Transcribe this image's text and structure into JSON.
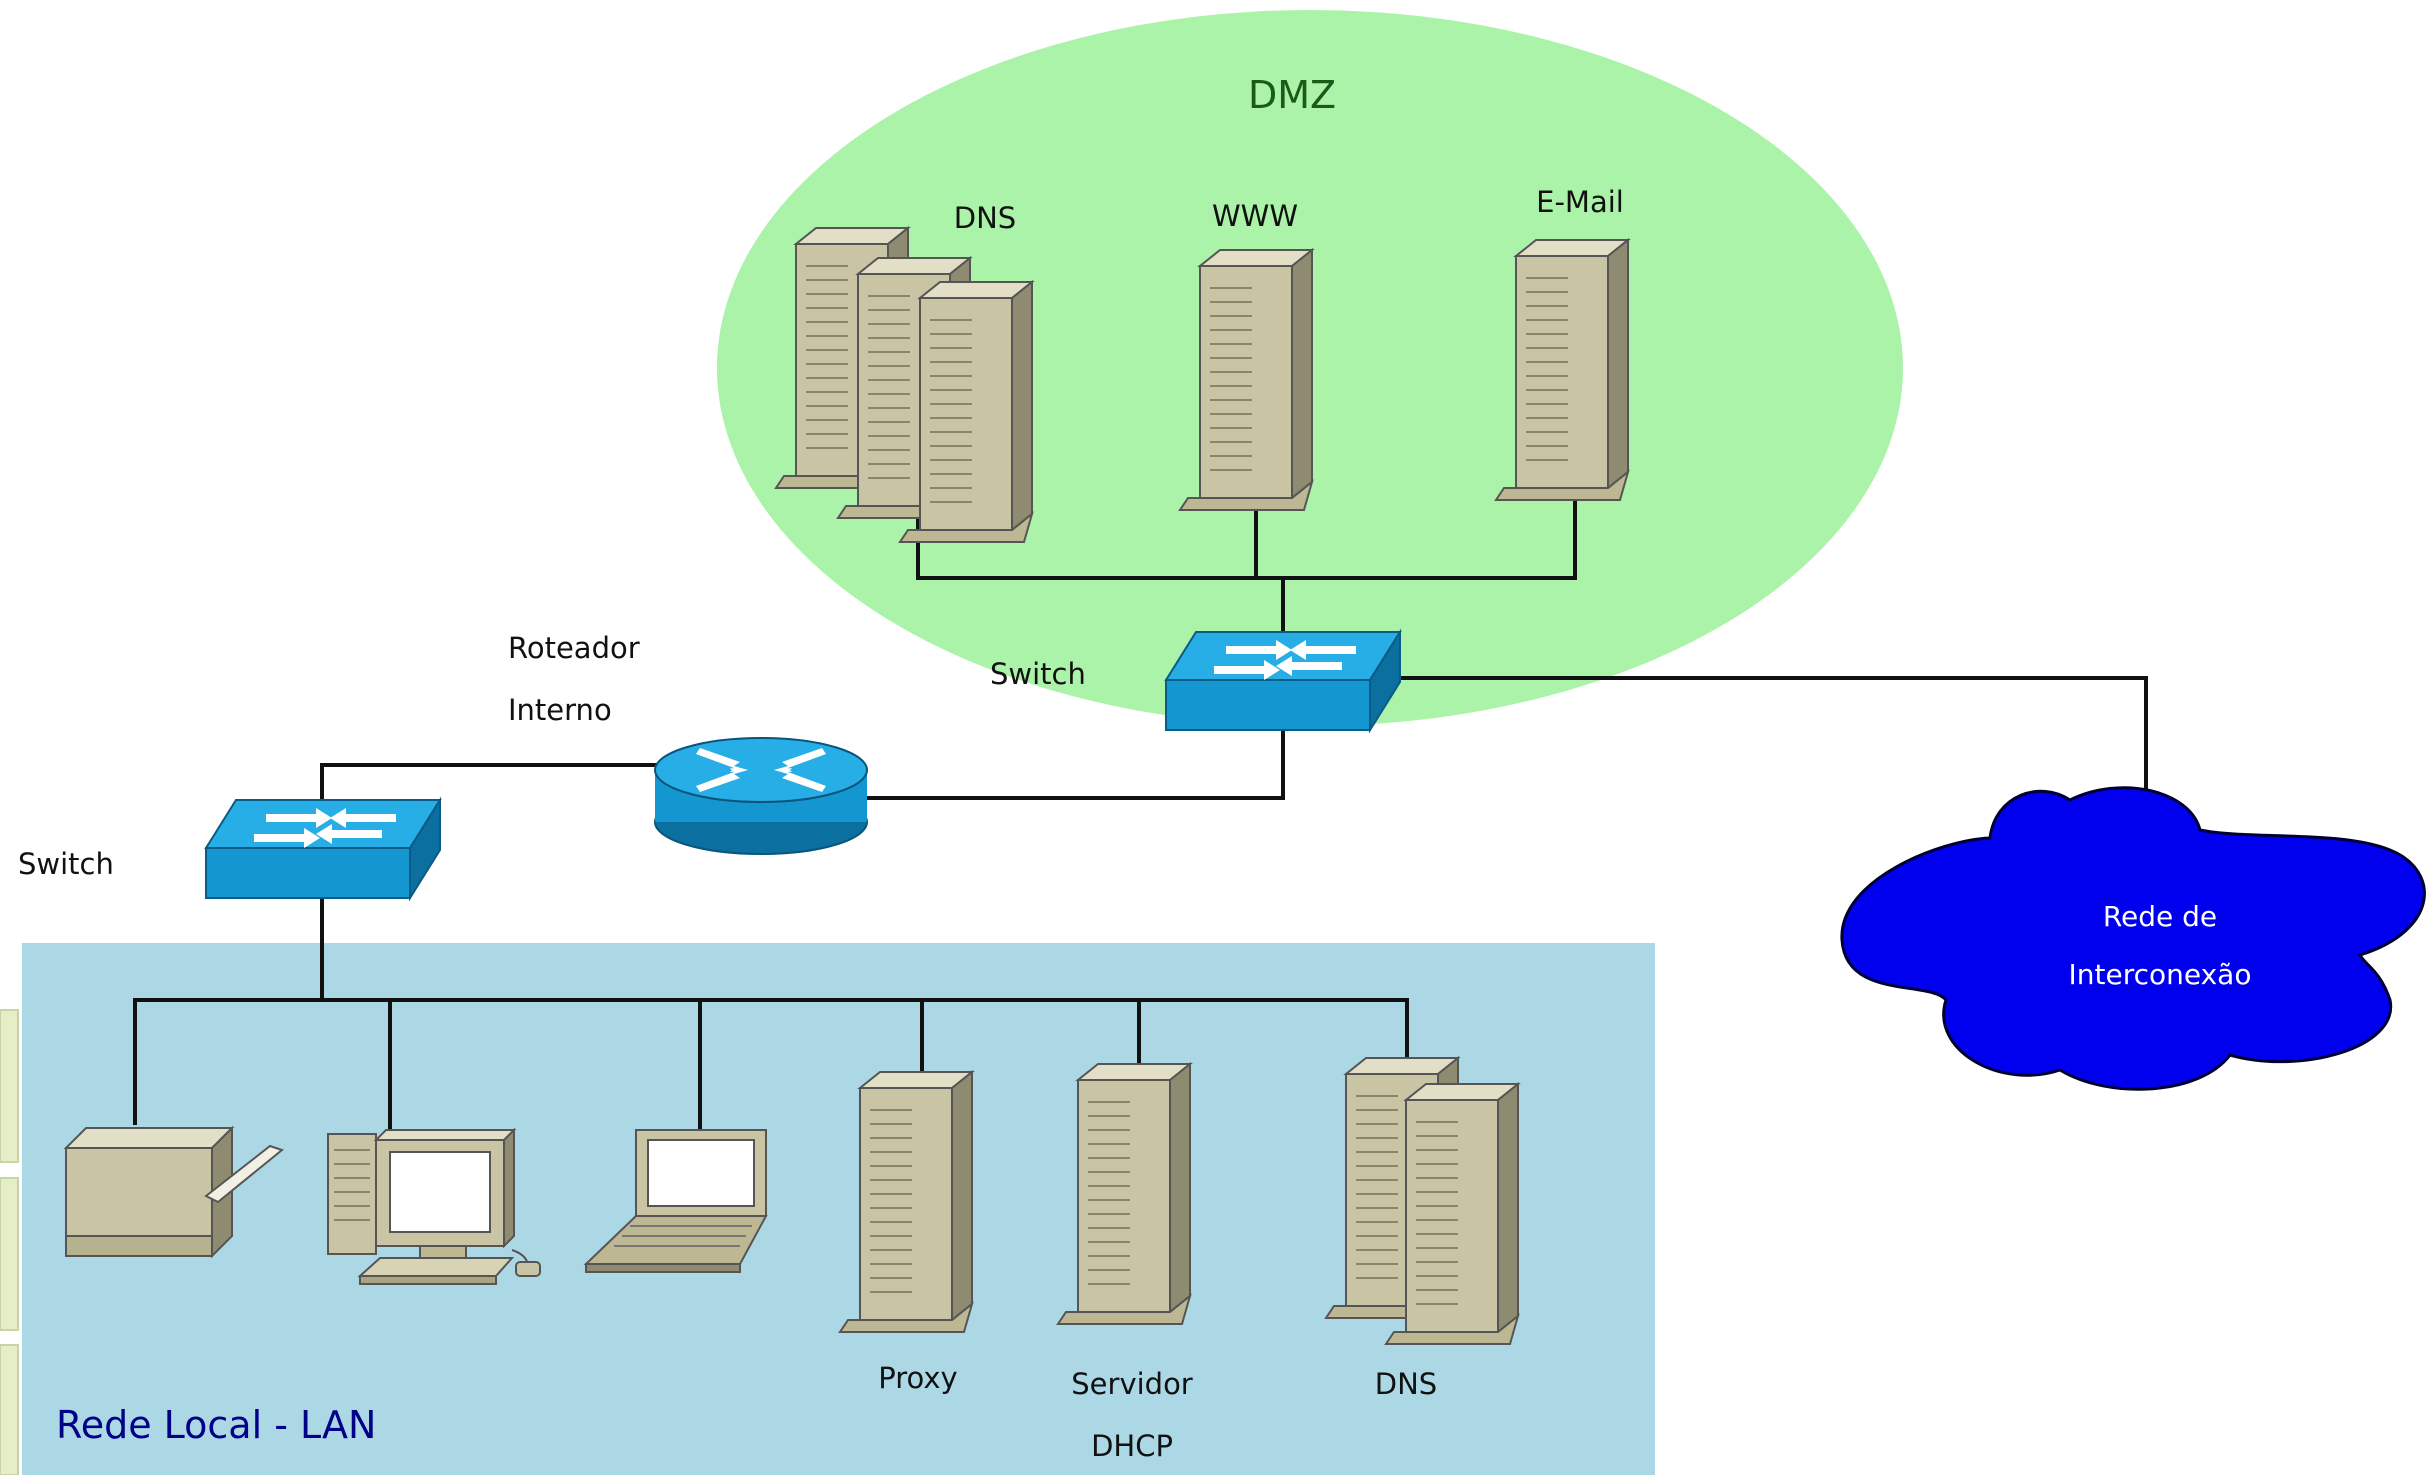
{
  "zones": {
    "dmz": {
      "label": "DMZ",
      "fill": "#aaf3a9"
    },
    "lan": {
      "label": "Rede Local - LAN",
      "fill": "#acd8e5",
      "text_color": "#000088"
    }
  },
  "dmz_servers": {
    "dns": "DNS",
    "www": "WWW",
    "email": "E-Mail"
  },
  "network": {
    "dmz_switch": "Switch",
    "lan_switch": "Switch",
    "router_line1": "Roteador",
    "router_line2": "Interno",
    "cloud_line1": "Rede de",
    "cloud_line2": "Interconexão"
  },
  "lan_servers": {
    "proxy": "Proxy",
    "dhcp_line1": "Servidor",
    "dhcp_line2": "DHCP",
    "dns": "DNS"
  },
  "icons": [
    "server-icon",
    "switch-icon",
    "router-icon",
    "cloud-icon",
    "printer-icon",
    "desktop-pc-icon",
    "laptop-icon"
  ],
  "colors": {
    "server_body": "#c9c4a4",
    "server_side": "#8f8b70",
    "device_blue": "#1aa0d8",
    "device_blue_dark": "#0b6fa0",
    "cloud": "#0000ee"
  }
}
